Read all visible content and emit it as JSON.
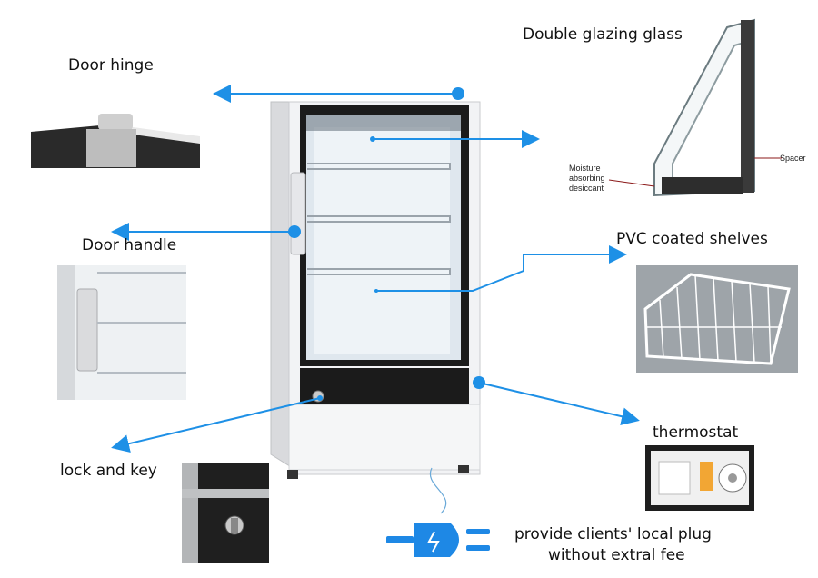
{
  "labels": {
    "door_hinge": "Door hinge",
    "double_glazing": "Double glazing glass",
    "door_handle": "Door handle",
    "pvc_shelves": "PVC coated shelves",
    "thermostat": "thermostat",
    "lock_and_key": "lock and key",
    "plug_line1": "provide clients' local plug",
    "plug_line2": "without extral fee"
  },
  "glass_diagram": {
    "moisture_line1": "Moisture",
    "moisture_line2": "absorbing",
    "moisture_line3": "desiccant",
    "spacer": "Spacer"
  },
  "colors": {
    "accent_blue": "#1e90e6",
    "plug_blue": "#1e88e5",
    "cabinet_white": "#f2f3f5",
    "frame_black": "#1b1b1b"
  },
  "icons": [
    "plug-icon",
    "arrow-icon",
    "dot-marker-icon"
  ]
}
